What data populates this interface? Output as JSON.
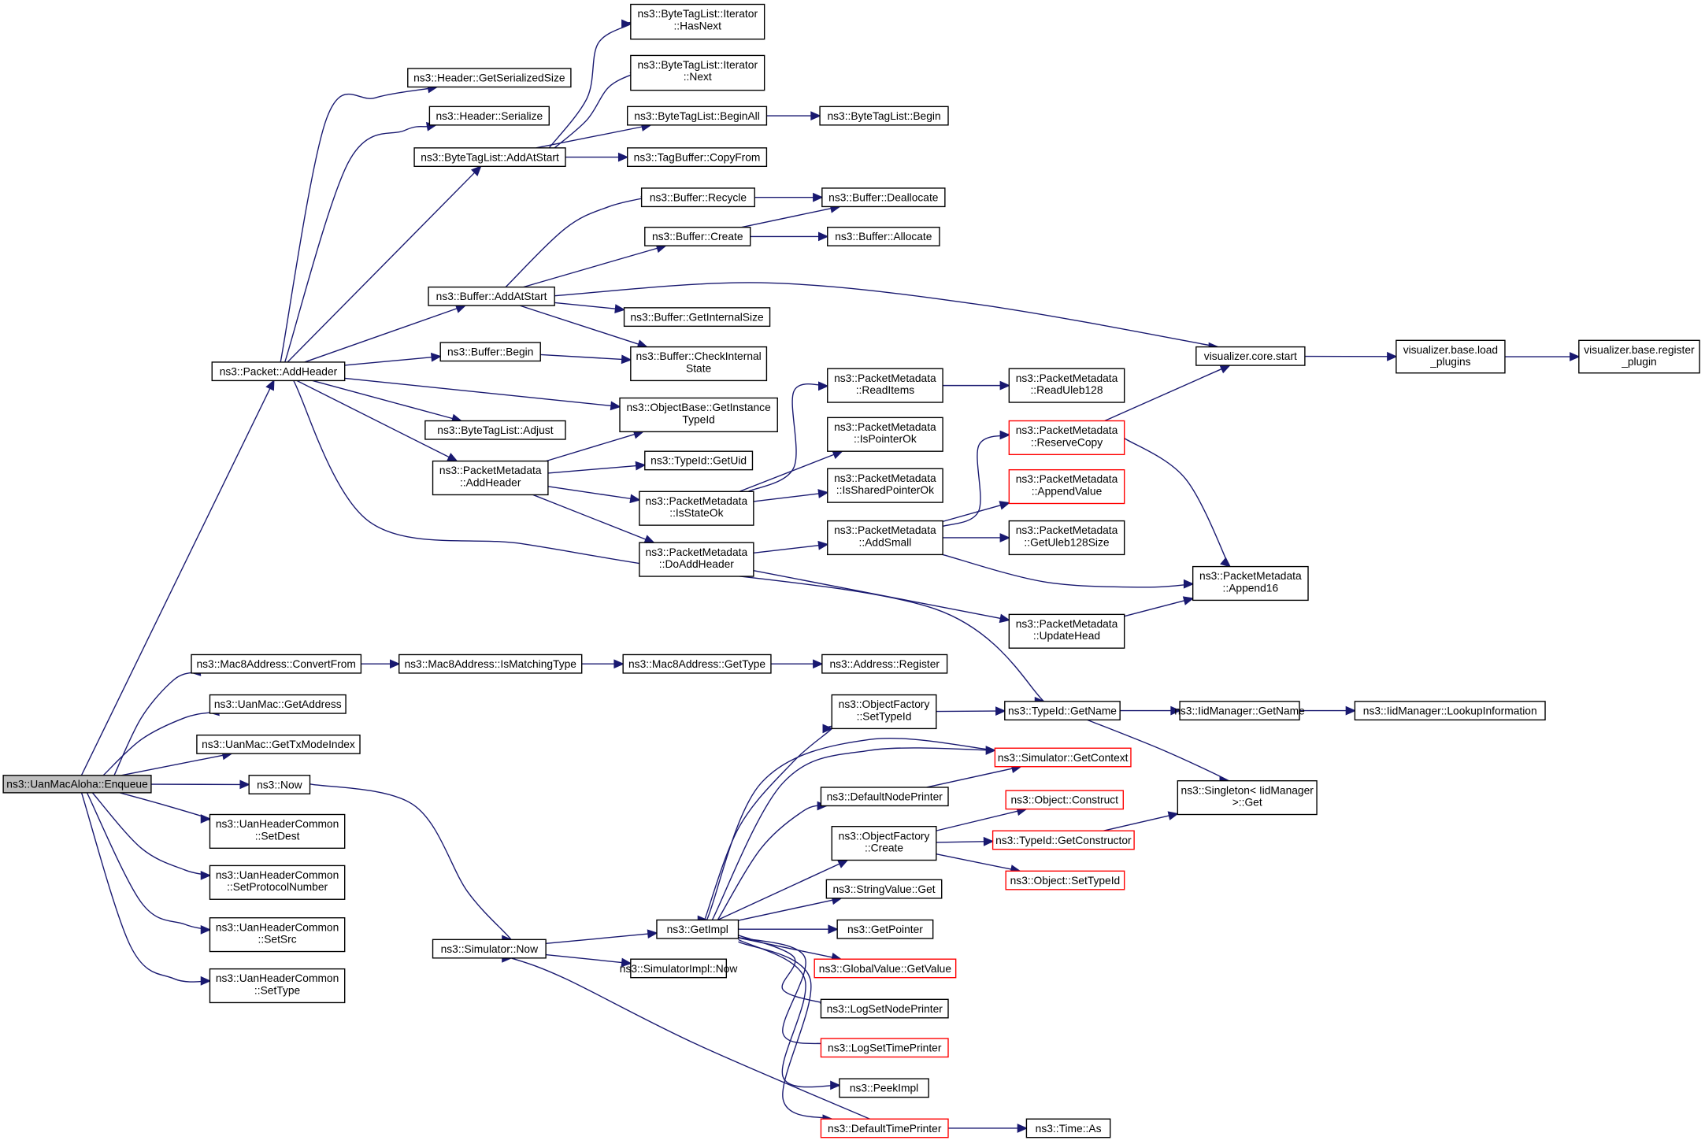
{
  "title": "ns3::UanMacAloha::Enqueue call graph",
  "colors": {
    "edge": "#191970",
    "root_fill": "#bfbfbf",
    "node_border": "#000000",
    "external_border": "#ff0000"
  },
  "nodes": [
    {
      "id": "enqueue",
      "lines": [
        "ns3::UanMacAloha::Enqueue"
      ],
      "kind": "root"
    },
    {
      "id": "pkt_addheader",
      "lines": [
        "ns3::Packet::AddHeader"
      ],
      "kind": "normal"
    },
    {
      "id": "hdr_getsersize",
      "lines": [
        "ns3::Header::GetSerializedSize"
      ],
      "kind": "normal"
    },
    {
      "id": "hdr_serialize",
      "lines": [
        "ns3::Header::Serialize"
      ],
      "kind": "normal"
    },
    {
      "id": "btl_addatstart",
      "lines": [
        "ns3::ByteTagList::AddAtStart"
      ],
      "kind": "normal"
    },
    {
      "id": "btl_it_hasnext",
      "lines": [
        "ns3::ByteTagList::Iterator",
        "::HasNext"
      ],
      "kind": "normal"
    },
    {
      "id": "btl_it_next",
      "lines": [
        "ns3::ByteTagList::Iterator",
        "::Next"
      ],
      "kind": "normal"
    },
    {
      "id": "btl_beginall",
      "lines": [
        "ns3::ByteTagList::BeginAll"
      ],
      "kind": "normal"
    },
    {
      "id": "btl_begin",
      "lines": [
        "ns3::ByteTagList::Begin"
      ],
      "kind": "normal"
    },
    {
      "id": "tagbuf_copyfrom",
      "lines": [
        "ns3::TagBuffer::CopyFrom"
      ],
      "kind": "normal"
    },
    {
      "id": "buf_recycle",
      "lines": [
        "ns3::Buffer::Recycle"
      ],
      "kind": "normal"
    },
    {
      "id": "buf_deallocate",
      "lines": [
        "ns3::Buffer::Deallocate"
      ],
      "kind": "normal"
    },
    {
      "id": "buf_create",
      "lines": [
        "ns3::Buffer::Create"
      ],
      "kind": "normal"
    },
    {
      "id": "buf_allocate",
      "lines": [
        "ns3::Buffer::Allocate"
      ],
      "kind": "normal"
    },
    {
      "id": "buf_addatstart",
      "lines": [
        "ns3::Buffer::AddAtStart"
      ],
      "kind": "normal"
    },
    {
      "id": "buf_getinternalsize",
      "lines": [
        "ns3::Buffer::GetInternalSize"
      ],
      "kind": "normal"
    },
    {
      "id": "buf_begin",
      "lines": [
        "ns3::Buffer::Begin"
      ],
      "kind": "normal"
    },
    {
      "id": "buf_checkinternal",
      "lines": [
        "ns3::Buffer::CheckInternal",
        "State"
      ],
      "kind": "normal"
    },
    {
      "id": "vis_core_start",
      "lines": [
        "visualizer.core.start"
      ],
      "kind": "normal"
    },
    {
      "id": "vis_load_plugins",
      "lines": [
        "visualizer.base.load",
        "_plugins"
      ],
      "kind": "normal"
    },
    {
      "id": "vis_register_plugin",
      "lines": [
        "visualizer.base.register",
        "_plugin"
      ],
      "kind": "normal"
    },
    {
      "id": "objbase_getinstancetypeid",
      "lines": [
        "ns3::ObjectBase::GetInstance",
        "TypeId"
      ],
      "kind": "normal"
    },
    {
      "id": "btl_adjust",
      "lines": [
        "ns3::ByteTagList::Adjust"
      ],
      "kind": "normal"
    },
    {
      "id": "pm_addheader",
      "lines": [
        "ns3::PacketMetadata",
        "::AddHeader"
      ],
      "kind": "normal"
    },
    {
      "id": "typeid_getuid",
      "lines": [
        "ns3::TypeId::GetUid"
      ],
      "kind": "normal"
    },
    {
      "id": "pm_isstateok",
      "lines": [
        "ns3::PacketMetadata",
        "::IsStateOk"
      ],
      "kind": "normal"
    },
    {
      "id": "pm_doaddheader",
      "lines": [
        "ns3::PacketMetadata",
        "::DoAddHeader"
      ],
      "kind": "normal"
    },
    {
      "id": "pm_readitems",
      "lines": [
        "ns3::PacketMetadata",
        "::ReadItems"
      ],
      "kind": "normal"
    },
    {
      "id": "pm_readuleb128",
      "lines": [
        "ns3::PacketMetadata",
        "::ReadUleb128"
      ],
      "kind": "normal"
    },
    {
      "id": "pm_ispointerok",
      "lines": [
        "ns3::PacketMetadata",
        "::IsPointerOk"
      ],
      "kind": "normal"
    },
    {
      "id": "pm_issharedpointerok",
      "lines": [
        "ns3::PacketMetadata",
        "::IsSharedPointerOk"
      ],
      "kind": "normal"
    },
    {
      "id": "pm_addsmall",
      "lines": [
        "ns3::PacketMetadata",
        "::AddSmall"
      ],
      "kind": "normal"
    },
    {
      "id": "pm_reservecopy",
      "lines": [
        "ns3::PacketMetadata",
        "::ReserveCopy"
      ],
      "kind": "external"
    },
    {
      "id": "pm_appendvalue",
      "lines": [
        "ns3::PacketMetadata",
        "::AppendValue"
      ],
      "kind": "external"
    },
    {
      "id": "pm_getuleb128size",
      "lines": [
        "ns3::PacketMetadata",
        "::GetUleb128Size"
      ],
      "kind": "normal"
    },
    {
      "id": "pm_append16",
      "lines": [
        "ns3::PacketMetadata",
        "::Append16"
      ],
      "kind": "normal"
    },
    {
      "id": "pm_updatehead",
      "lines": [
        "ns3::PacketMetadata",
        "::UpdateHead"
      ],
      "kind": "normal"
    },
    {
      "id": "mac8_convertfrom",
      "lines": [
        "ns3::Mac8Address::ConvertFrom"
      ],
      "kind": "normal"
    },
    {
      "id": "mac8_ismatchingtype",
      "lines": [
        "ns3::Mac8Address::IsMatchingType"
      ],
      "kind": "normal"
    },
    {
      "id": "mac8_gettype",
      "lines": [
        "ns3::Mac8Address::GetType"
      ],
      "kind": "normal"
    },
    {
      "id": "addr_register",
      "lines": [
        "ns3::Address::Register"
      ],
      "kind": "normal"
    },
    {
      "id": "uanmac_getaddress",
      "lines": [
        "ns3::UanMac::GetAddress"
      ],
      "kind": "normal"
    },
    {
      "id": "uanmac_gettxmodeindex",
      "lines": [
        "ns3::UanMac::GetTxModeIndex"
      ],
      "kind": "normal"
    },
    {
      "id": "now",
      "lines": [
        "ns3::Now"
      ],
      "kind": "normal"
    },
    {
      "id": "uhc_setdest",
      "lines": [
        "ns3::UanHeaderCommon",
        "::SetDest"
      ],
      "kind": "normal"
    },
    {
      "id": "uhc_setprotocolnumber",
      "lines": [
        "ns3::UanHeaderCommon",
        "::SetProtocolNumber"
      ],
      "kind": "normal"
    },
    {
      "id": "uhc_setsrc",
      "lines": [
        "ns3::UanHeaderCommon",
        "::SetSrc"
      ],
      "kind": "normal"
    },
    {
      "id": "uhc_settype",
      "lines": [
        "ns3::UanHeaderCommon",
        "::SetType"
      ],
      "kind": "normal"
    },
    {
      "id": "sim_now",
      "lines": [
        "ns3::Simulator::Now"
      ],
      "kind": "normal"
    },
    {
      "id": "getimpl",
      "lines": [
        "ns3::GetImpl"
      ],
      "kind": "normal"
    },
    {
      "id": "simimpl_now",
      "lines": [
        "ns3::SimulatorImpl::Now"
      ],
      "kind": "normal"
    },
    {
      "id": "of_settypeid",
      "lines": [
        "ns3::ObjectFactory",
        "::SetTypeId"
      ],
      "kind": "normal"
    },
    {
      "id": "typeid_getname",
      "lines": [
        "ns3::TypeId::GetName"
      ],
      "kind": "normal"
    },
    {
      "id": "iidm_getname",
      "lines": [
        "ns3::IidManager::GetName"
      ],
      "kind": "normal"
    },
    {
      "id": "iidm_lookupinfo",
      "lines": [
        "ns3::IidManager::LookupInformation"
      ],
      "kind": "normal"
    },
    {
      "id": "singleton_get",
      "lines": [
        "ns3::Singleton< IidManager",
        ">::Get"
      ],
      "kind": "normal"
    },
    {
      "id": "sim_getcontext",
      "lines": [
        "ns3::Simulator::GetContext"
      ],
      "kind": "external"
    },
    {
      "id": "defaultnodeprinter",
      "lines": [
        "ns3::DefaultNodePrinter"
      ],
      "kind": "normal"
    },
    {
      "id": "of_create",
      "lines": [
        "ns3::ObjectFactory",
        "::Create"
      ],
      "kind": "normal"
    },
    {
      "id": "obj_construct",
      "lines": [
        "ns3::Object::Construct"
      ],
      "kind": "external"
    },
    {
      "id": "typeid_getconstructor",
      "lines": [
        "ns3::TypeId::GetConstructor"
      ],
      "kind": "external"
    },
    {
      "id": "obj_settypeid",
      "lines": [
        "ns3::Object::SetTypeId"
      ],
      "kind": "external"
    },
    {
      "id": "stringvalue_get",
      "lines": [
        "ns3::StringValue::Get"
      ],
      "kind": "normal"
    },
    {
      "id": "getpointer",
      "lines": [
        "ns3::GetPointer"
      ],
      "kind": "normal"
    },
    {
      "id": "globalvalue_getvalue",
      "lines": [
        "ns3::GlobalValue::GetValue"
      ],
      "kind": "external"
    },
    {
      "id": "logsetnodeprinter",
      "lines": [
        "ns3::LogSetNodePrinter"
      ],
      "kind": "normal"
    },
    {
      "id": "logsettimeprinter",
      "lines": [
        "ns3::LogSetTimePrinter"
      ],
      "kind": "external"
    },
    {
      "id": "peekimpl",
      "lines": [
        "ns3::PeekImpl"
      ],
      "kind": "normal"
    },
    {
      "id": "defaulttimeprinter",
      "lines": [
        "ns3::DefaultTimePrinter"
      ],
      "kind": "external"
    },
    {
      "id": "time_as",
      "lines": [
        "ns3::Time::As"
      ],
      "kind": "normal"
    }
  ],
  "edges": [
    [
      "enqueue",
      "pkt_addheader"
    ],
    [
      "enqueue",
      "mac8_convertfrom"
    ],
    [
      "enqueue",
      "uanmac_getaddress"
    ],
    [
      "enqueue",
      "uanmac_gettxmodeindex"
    ],
    [
      "enqueue",
      "now"
    ],
    [
      "enqueue",
      "uhc_setdest"
    ],
    [
      "enqueue",
      "uhc_setprotocolnumber"
    ],
    [
      "enqueue",
      "uhc_setsrc"
    ],
    [
      "enqueue",
      "uhc_settype"
    ],
    [
      "pkt_addheader",
      "hdr_getsersize"
    ],
    [
      "pkt_addheader",
      "hdr_serialize"
    ],
    [
      "pkt_addheader",
      "btl_addatstart"
    ],
    [
      "pkt_addheader",
      "buf_addatstart"
    ],
    [
      "pkt_addheader",
      "buf_begin"
    ],
    [
      "pkt_addheader",
      "objbase_getinstancetypeid"
    ],
    [
      "pkt_addheader",
      "btl_adjust"
    ],
    [
      "pkt_addheader",
      "pm_addheader"
    ],
    [
      "pkt_addheader",
      "typeid_getname"
    ],
    [
      "btl_addatstart",
      "btl_it_hasnext"
    ],
    [
      "btl_addatstart",
      "btl_it_next"
    ],
    [
      "btl_addatstart",
      "btl_beginall"
    ],
    [
      "btl_addatstart",
      "tagbuf_copyfrom"
    ],
    [
      "btl_beginall",
      "btl_begin"
    ],
    [
      "buf_addatstart",
      "buf_recycle"
    ],
    [
      "buf_addatstart",
      "buf_create"
    ],
    [
      "buf_addatstart",
      "buf_getinternalsize"
    ],
    [
      "buf_addatstart",
      "buf_checkinternal"
    ],
    [
      "buf_addatstart",
      "vis_core_start"
    ],
    [
      "buf_recycle",
      "buf_deallocate"
    ],
    [
      "buf_create",
      "buf_deallocate"
    ],
    [
      "buf_create",
      "buf_allocate"
    ],
    [
      "buf_begin",
      "buf_checkinternal"
    ],
    [
      "vis_core_start",
      "vis_load_plugins"
    ],
    [
      "vis_load_plugins",
      "vis_register_plugin"
    ],
    [
      "pm_addheader",
      "objbase_getinstancetypeid"
    ],
    [
      "pm_addheader",
      "typeid_getuid"
    ],
    [
      "pm_addheader",
      "pm_isstateok"
    ],
    [
      "pm_addheader",
      "pm_doaddheader"
    ],
    [
      "pm_isstateok",
      "pm_readitems"
    ],
    [
      "pm_isstateok",
      "pm_ispointerok"
    ],
    [
      "pm_isstateok",
      "pm_issharedpointerok"
    ],
    [
      "pm_readitems",
      "pm_readuleb128"
    ],
    [
      "pm_doaddheader",
      "pm_addsmall"
    ],
    [
      "pm_doaddheader",
      "pm_updatehead"
    ],
    [
      "pm_addsmall",
      "pm_reservecopy"
    ],
    [
      "pm_addsmall",
      "pm_appendvalue"
    ],
    [
      "pm_addsmall",
      "pm_getuleb128size"
    ],
    [
      "pm_addsmall",
      "pm_append16"
    ],
    [
      "pm_reservecopy",
      "vis_core_start"
    ],
    [
      "pm_reservecopy",
      "pm_append16"
    ],
    [
      "pm_updatehead",
      "pm_append16"
    ],
    [
      "mac8_convertfrom",
      "mac8_ismatchingtype"
    ],
    [
      "mac8_ismatchingtype",
      "mac8_gettype"
    ],
    [
      "mac8_gettype",
      "addr_register"
    ],
    [
      "now",
      "sim_now"
    ],
    [
      "sim_now",
      "getimpl"
    ],
    [
      "sim_now",
      "simimpl_now"
    ],
    [
      "getimpl",
      "of_settypeid"
    ],
    [
      "getimpl",
      "sim_getcontext"
    ],
    [
      "getimpl",
      "defaultnodeprinter"
    ],
    [
      "getimpl",
      "of_create"
    ],
    [
      "getimpl",
      "stringvalue_get"
    ],
    [
      "getimpl",
      "getpointer"
    ],
    [
      "getimpl",
      "globalvalue_getvalue"
    ],
    [
      "getimpl",
      "logsetnodeprinter"
    ],
    [
      "getimpl",
      "logsettimeprinter"
    ],
    [
      "getimpl",
      "peekimpl"
    ],
    [
      "getimpl",
      "defaulttimeprinter"
    ],
    [
      "of_settypeid",
      "typeid_getname"
    ],
    [
      "typeid_getname",
      "iidm_getname"
    ],
    [
      "typeid_getname",
      "singleton_get"
    ],
    [
      "iidm_getname",
      "iidm_lookupinfo"
    ],
    [
      "defaultnodeprinter",
      "sim_getcontext"
    ],
    [
      "of_create",
      "obj_construct"
    ],
    [
      "of_create",
      "typeid_getconstructor"
    ],
    [
      "of_create",
      "obj_settypeid"
    ],
    [
      "typeid_getconstructor",
      "singleton_get"
    ],
    [
      "sim_getcontext",
      "getimpl"
    ],
    [
      "defaulttimeprinter",
      "sim_now"
    ],
    [
      "defaulttimeprinter",
      "time_as"
    ]
  ]
}
